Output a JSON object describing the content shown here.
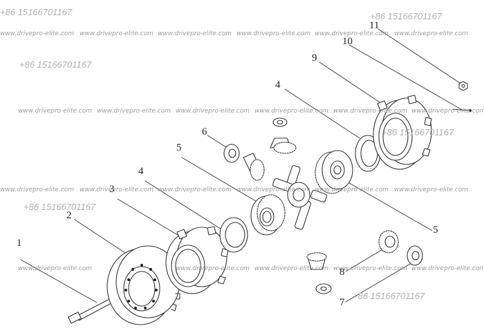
{
  "watermark": {
    "site": "www.drivepro-elite.com",
    "phone": "+86 15166701167"
  },
  "callouts": {
    "c1": "1",
    "c2": "2",
    "c3": "3",
    "c4_left": "4",
    "c4_top": "4",
    "c5_left": "5",
    "c5_right": "5",
    "c6": "6",
    "c7": "7",
    "c8": "8",
    "c9": "9",
    "c10": "10",
    "c11": "11"
  }
}
